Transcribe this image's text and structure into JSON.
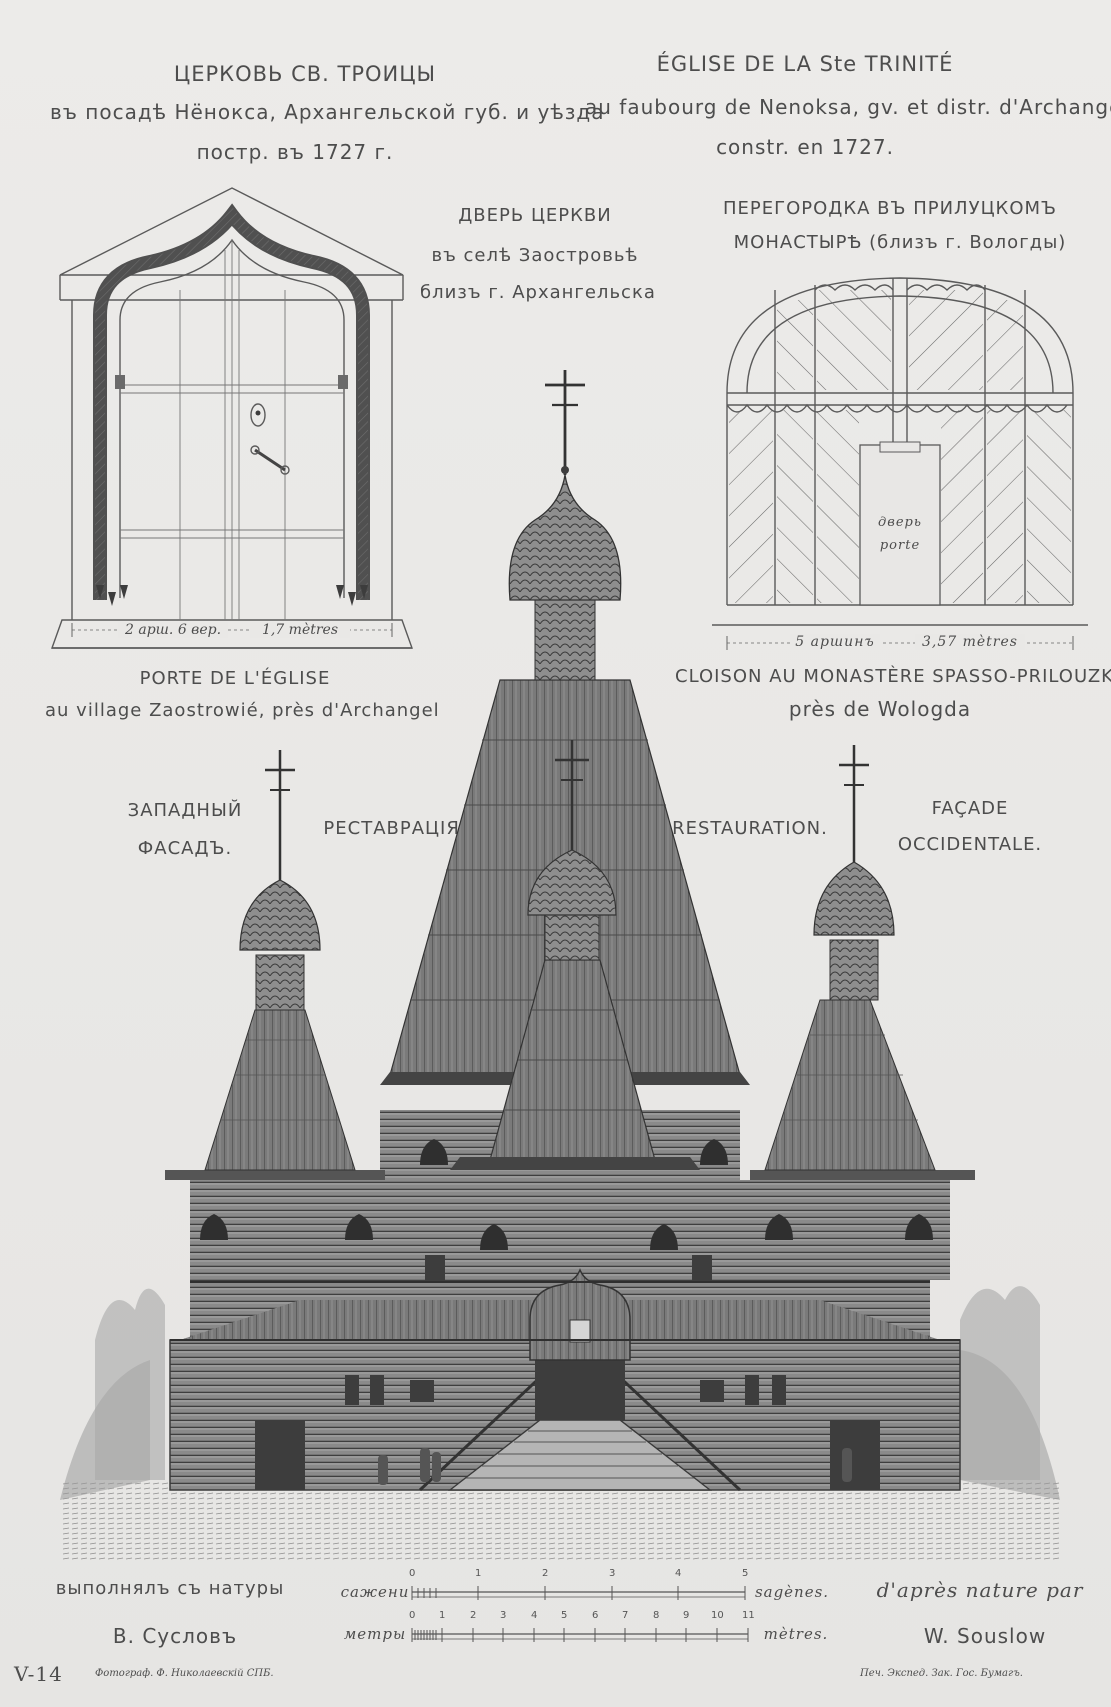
{
  "title_ru": {
    "line1": "ЦЕРКОВЬ СВ. ТРОИЦЫ",
    "line2": "въ посадѣ Нёнокса, Архангельской губ. и уѣзда",
    "line3": "постр. въ 1727 г."
  },
  "title_fr": {
    "line1": "ÉGLISE DE LA Ste TRINITÉ",
    "line2": "au faubourg de Nenoksa, gv. et distr. d'Archangel",
    "line3": "constr. en 1727."
  },
  "door": {
    "title_ru_1": "ДВЕРЬ ЦЕРКВИ",
    "title_ru_2": "въ селѣ Заостровьѣ",
    "title_ru_3": "близъ г. Архангельска",
    "scale_left": "2 арш. 6 вер.",
    "scale_right": "1,7 mètres",
    "caption_fr_1": "PORTE DE L'ÉGLISE",
    "caption_fr_2": "au village Zaostrowié, près d'Archangel"
  },
  "partition": {
    "title_ru_1": "ПЕРЕГОРОДКА ВЪ ПРИЛУЦКОМЪ",
    "title_ru_2": "МОНАСТЫРѢ (близъ г. Вологды)",
    "door_label_ru": "дверь",
    "door_label_fr": "porte",
    "scale_left": "5 аршинъ",
    "scale_right": "3,57 mètres",
    "caption_fr_1": "CLOISON AU MONASTÈRE SPASSO-PRILOUZK,",
    "caption_fr_2": "près de Wologda"
  },
  "facade": {
    "ru_1": "ЗАПАДНЫЙ",
    "ru_2": "ФАСАДЪ.",
    "restoration_ru": "РЕСТАВРАЦІЯ.",
    "restoration_fr": "RESTAURATION.",
    "fr_1": "FAÇADE",
    "fr_2": "OCCIDENTALE."
  },
  "footer": {
    "made_by_ru": "выполнялъ съ натуры",
    "author_ru": "В. Сусловъ",
    "made_by_fr": "d'après nature par",
    "author_fr": "W. Souslow",
    "scale1_label_ru": "сажени",
    "scale1_label_fr": "sagènes.",
    "scale1_ticks": [
      "0",
      "1",
      "2",
      "3",
      "4",
      "5"
    ],
    "scale2_label_ru": "метры",
    "scale2_label_fr": "mètres.",
    "scale2_ticks": [
      "0",
      "1",
      "2",
      "3",
      "4",
      "5",
      "6",
      "7",
      "8",
      "9",
      "10",
      "11"
    ],
    "plate_number": "V-14",
    "photographer": "Фотограф. Ф. Николаевскій СПБ.",
    "printer": "Печ. Экспед. Зак. Гос. Бумагъ."
  }
}
